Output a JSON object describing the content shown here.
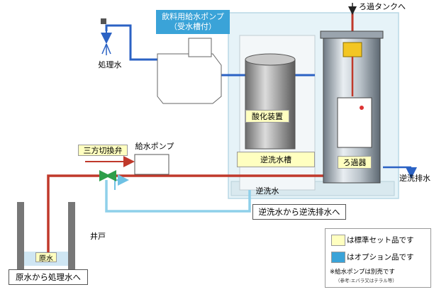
{
  "labels": {
    "treated_water": "処理水",
    "drink_pump_line1": "飲料用給水ポンプ",
    "drink_pump_line2": "（受水槽付）",
    "filter_tank_to": "ろ過タンクへ",
    "oxidizer": "酸化装置",
    "three_way_valve": "三方切換弁",
    "feed_pump": "給水ポンプ",
    "backwash_tank": "逆洗水槽",
    "filter": "ろ過器",
    "backwash_drain": "逆洗排水",
    "backwash_water": "逆洗水",
    "backwash_flow": "逆洗水から逆洗排水へ",
    "well": "井戸",
    "raw_water": "原水",
    "raw_flow": "原水から処理水へ"
  },
  "legend": {
    "standard": "は標準セット品です",
    "option": "はオプション品です",
    "note": "※給水ポンプは別売です",
    "note_small": "（参考:エバラ又はテラル等）",
    "standard_color": "#ffffc0",
    "option_color": "#3aa3d8"
  },
  "colors": {
    "raw_line": "#c0392b",
    "clean_line": "#2b62c4",
    "backwash_line": "#8fd0ea",
    "equipment_bg": "#e6f3f8",
    "option_blue": "#3aa3d8"
  }
}
